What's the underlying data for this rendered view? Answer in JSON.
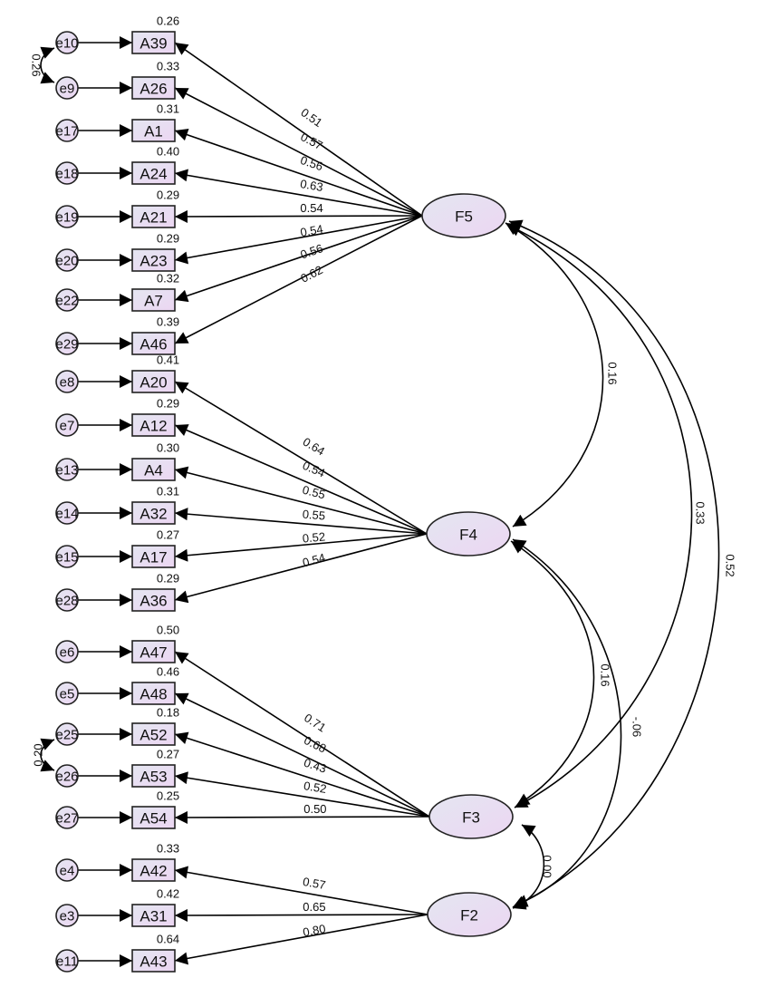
{
  "diagram": {
    "type": "structural-equation-model",
    "colors": {
      "node_fill_start": "#e4e6f1",
      "node_fill_end": "#ecd6f2",
      "stroke": "#000000",
      "text": "#111111"
    },
    "factors": [
      {
        "id": "F5",
        "label": "F5"
      },
      {
        "id": "F4",
        "label": "F4"
      },
      {
        "id": "F3",
        "label": "F3"
      },
      {
        "id": "F2",
        "label": "F2"
      }
    ],
    "indicators": [
      {
        "id": "A39",
        "label": "A39",
        "error": "e10",
        "r2": "0.26",
        "factor": "F5",
        "loading": "0.51"
      },
      {
        "id": "A26",
        "label": "A26",
        "error": "e9",
        "r2": "0.33",
        "factor": "F5",
        "loading": "0.57"
      },
      {
        "id": "A1",
        "label": "A1",
        "error": "e17",
        "r2": "0.31",
        "factor": "F5",
        "loading": "0.56"
      },
      {
        "id": "A24",
        "label": "A24",
        "error": "e18",
        "r2": "0.40",
        "factor": "F5",
        "loading": "0.63"
      },
      {
        "id": "A21",
        "label": "A21",
        "error": "e19",
        "r2": "0.29",
        "factor": "F5",
        "loading": "0.54"
      },
      {
        "id": "A23",
        "label": "A23",
        "error": "e20",
        "r2": "0.29",
        "factor": "F5",
        "loading": "0.54"
      },
      {
        "id": "A7",
        "label": "A7",
        "error": "e22",
        "r2": "0.32",
        "factor": "F5",
        "loading": "0.56"
      },
      {
        "id": "A46",
        "label": "A46",
        "error": "e29",
        "r2": "0.39",
        "factor": "F5",
        "loading": "0.62"
      },
      {
        "id": "A20",
        "label": "A20",
        "error": "e8",
        "r2": "0.41",
        "factor": "F4",
        "loading": "0.64"
      },
      {
        "id": "A12",
        "label": "A12",
        "error": "e7",
        "r2": "0.29",
        "factor": "F4",
        "loading": "0.54"
      },
      {
        "id": "A4",
        "label": "A4",
        "error": "e13",
        "r2": "0.30",
        "factor": "F4",
        "loading": "0.55"
      },
      {
        "id": "A32",
        "label": "A32",
        "error": "e14",
        "r2": "0.31",
        "factor": "F4",
        "loading": "0.55"
      },
      {
        "id": "A17",
        "label": "A17",
        "error": "e15",
        "r2": "0.27",
        "factor": "F4",
        "loading": "0.52"
      },
      {
        "id": "A36",
        "label": "A36",
        "error": "e28",
        "r2": "0.29",
        "factor": "F4",
        "loading": "0.54"
      },
      {
        "id": "A47",
        "label": "A47",
        "error": "e6",
        "r2": "0.50",
        "factor": "F3",
        "loading": "0.71"
      },
      {
        "id": "A48",
        "label": "A48",
        "error": "e5",
        "r2": "0.46",
        "factor": "F3",
        "loading": "0.68"
      },
      {
        "id": "A52",
        "label": "A52",
        "error": "e25",
        "r2": "0.18",
        "factor": "F3",
        "loading": "0.43"
      },
      {
        "id": "A53",
        "label": "A53",
        "error": "e26",
        "r2": "0.27",
        "factor": "F3",
        "loading": "0.52"
      },
      {
        "id": "A54",
        "label": "A54",
        "error": "e27",
        "r2": "0.25",
        "factor": "F3",
        "loading": "0.50"
      },
      {
        "id": "A42",
        "label": "A42",
        "error": "e4",
        "r2": "0.33",
        "factor": "F2",
        "loading": "0.57"
      },
      {
        "id": "A31",
        "label": "A31",
        "error": "e3",
        "r2": "0.42",
        "factor": "F2",
        "loading": "0.65"
      },
      {
        "id": "A43",
        "label": "A43",
        "error": "e11",
        "r2": "0.64",
        "factor": "F2",
        "loading": "0.80"
      }
    ],
    "error_covariances": [
      {
        "from": "e10",
        "to": "e9",
        "value": "0.26"
      },
      {
        "from": "e25",
        "to": "e26",
        "value": "0.20"
      }
    ],
    "factor_covariances": [
      {
        "from": "F5",
        "to": "F4",
        "value": "0.16"
      },
      {
        "from": "F5",
        "to": "F3",
        "value": "0.33"
      },
      {
        "from": "F5",
        "to": "F2",
        "value": "0.52"
      },
      {
        "from": "F4",
        "to": "F3",
        "value": "0.16"
      },
      {
        "from": "F4",
        "to": "F2",
        "value": "-.06"
      },
      {
        "from": "F3",
        "to": "F2",
        "value": "0.00"
      }
    ]
  }
}
